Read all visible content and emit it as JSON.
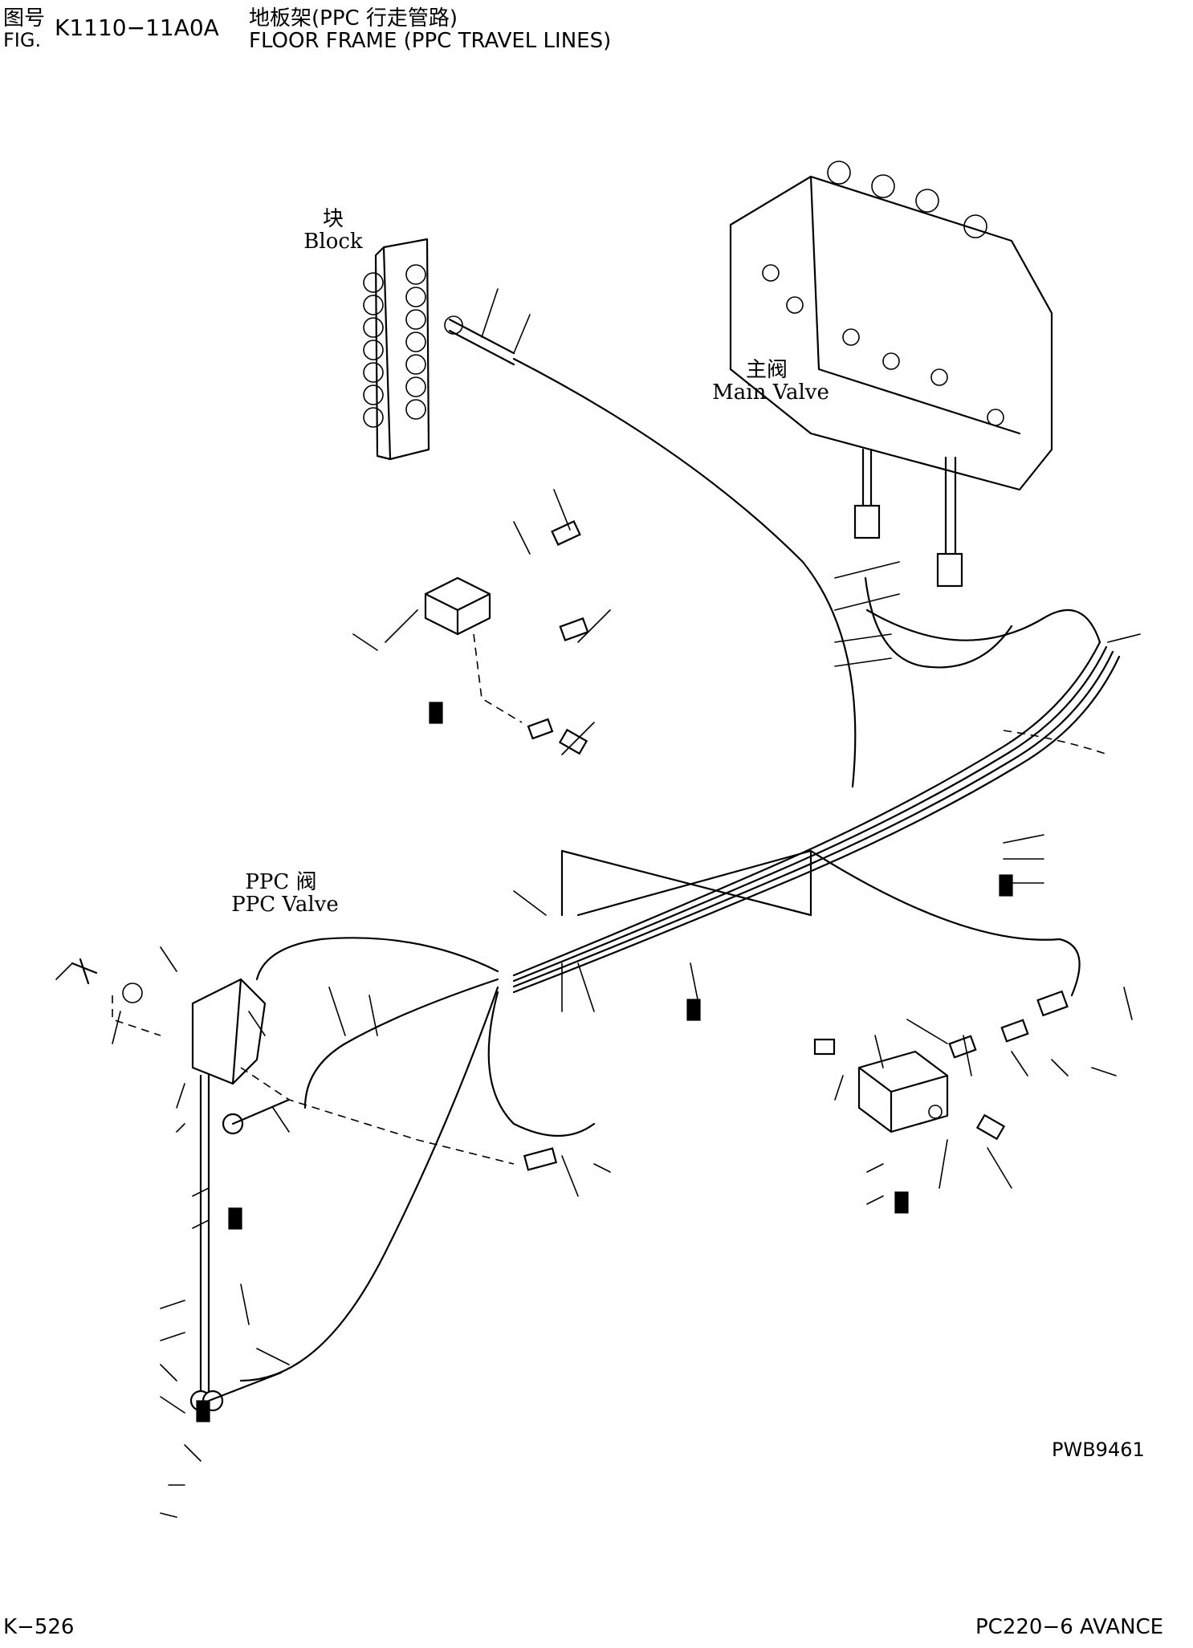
{
  "header": {
    "fig_cn": "图号",
    "fig_en": "FIG.",
    "fig_number": "K1110−11A0A",
    "title_cn": "地板架(PPC 行走管路)",
    "title_en": "FLOOR FRAME (PPC TRAVEL LINES)"
  },
  "labels": {
    "block_cn": "块",
    "block_en": "Block",
    "main_valve_cn": "主阀",
    "main_valve_en": "Main Valve",
    "ppc_valve_cn": "PPC 阀",
    "ppc_valve_en": "PPC Valve"
  },
  "footer": {
    "drawing_code": "PWB9461",
    "page_number": "K−526",
    "model": "PC220−6 AVANCE"
  }
}
